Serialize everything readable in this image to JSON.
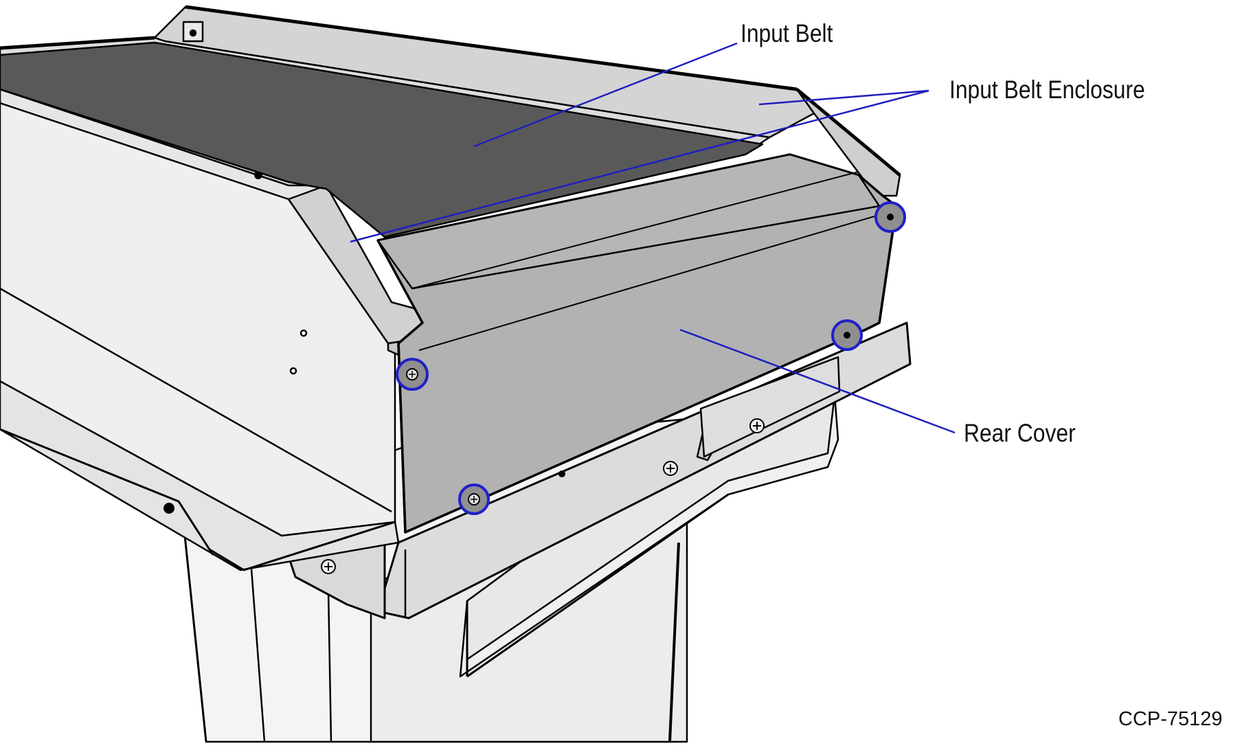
{
  "callouts": {
    "input_belt": "Input Belt",
    "input_belt_enclosure": "Input Belt Enclosure",
    "rear_cover": "Rear Cover"
  },
  "figure_id": "CCP-75129",
  "colors": {
    "outline": "#000000",
    "leader_line": "#1f1fbf",
    "screw_highlight": "#2020c8",
    "belt": "#5a5a5a",
    "rear_cover": "#b2b2b2",
    "enclosure": "#d4d4d4",
    "body_panel": "#efefef"
  },
  "highlighted_screw_count": 4
}
